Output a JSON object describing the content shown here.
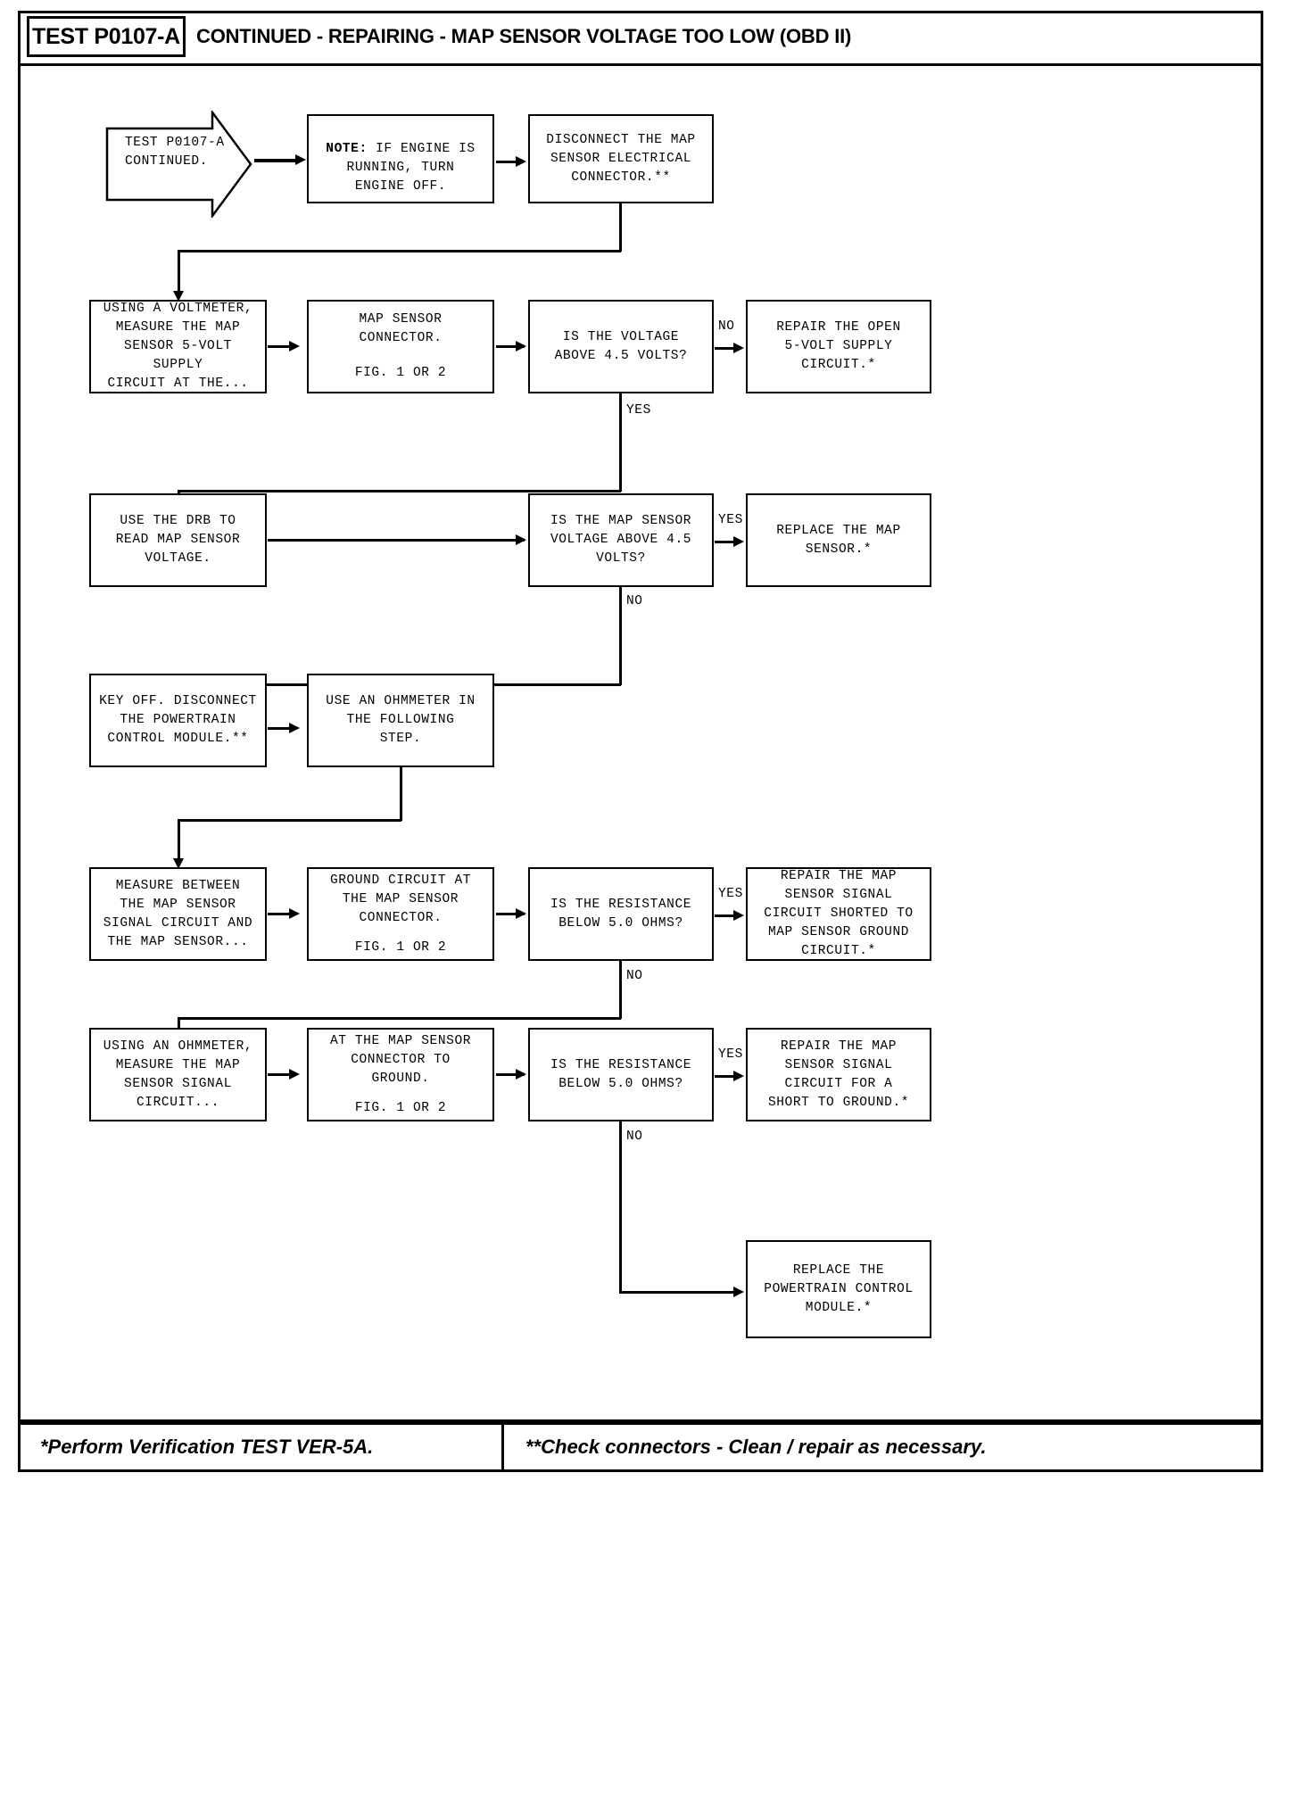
{
  "header": {
    "test_code": "TEST P0107-A",
    "title": "CONTINUED - REPAIRING - MAP SENSOR VOLTAGE TOO LOW (OBD II)"
  },
  "footer": {
    "left_note": "*Perform Verification TEST VER-5A.",
    "right_note": "**Check connectors - Clean / repair as necessary."
  },
  "nodes": {
    "start": "TEST P0107-A\nCONTINUED.",
    "note_engine_off_prefix": "NOTE:",
    "note_engine_off_rest": " IF ENGINE IS\nRUNNING, TURN\nENGINE OFF.",
    "disconnect_map": "DISCONNECT THE MAP\nSENSOR ELECTRICAL\nCONNECTOR.**",
    "voltmeter_supply": "USING A VOLTMETER,\nMEASURE THE MAP\nSENSOR 5-VOLT SUPPLY\nCIRCUIT AT THE...",
    "map_connector_main": "MAP SENSOR\nCONNECTOR.",
    "map_connector_fig": "FIG. 1 OR 2",
    "q_voltage_above": "IS THE VOLTAGE\nABOVE 4.5 VOLTS?",
    "repair_open_supply": "REPAIR THE OPEN\n5-VOLT SUPPLY\nCIRCUIT.*",
    "use_drb": "USE THE DRB TO\nREAD MAP SENSOR\nVOLTAGE.",
    "q_map_voltage_above": "IS THE MAP SENSOR\nVOLTAGE ABOVE 4.5\nVOLTS?",
    "replace_map_sensor": "REPLACE THE MAP\nSENSOR.*",
    "key_off_disconnect": "KEY OFF. DISCONNECT\nTHE POWERTRAIN\nCONTROL MODULE.**",
    "use_ohmmeter_step": "USE AN OHMMETER IN\nTHE FOLLOWING\nSTEP.",
    "measure_between": "MEASURE BETWEEN\nTHE MAP SENSOR\nSIGNAL CIRCUIT AND\nTHE MAP SENSOR...",
    "ground_circuit_main": "GROUND CIRCUIT AT\nTHE MAP SENSOR\nCONNECTOR.",
    "ground_circuit_fig": "FIG. 1 OR 2",
    "q_resistance_1": "IS THE RESISTANCE\nBELOW 5.0 OHMS?",
    "repair_signal_shorted": "REPAIR THE MAP\nSENSOR SIGNAL\nCIRCUIT SHORTED TO\nMAP SENSOR GROUND\nCIRCUIT.*",
    "using_ohmmeter_signal": "USING AN OHMMETER,\nMEASURE THE MAP\nSENSOR SIGNAL\nCIRCUIT...",
    "at_connector_ground_main": "AT THE MAP SENSOR\nCONNECTOR TO\nGROUND.",
    "at_connector_ground_fig": "FIG. 1 OR 2",
    "q_resistance_2": "IS THE RESISTANCE\nBELOW 5.0 OHMS?",
    "repair_signal_short_ground": "REPAIR THE MAP\nSENSOR SIGNAL\nCIRCUIT FOR A\nSHORT TO GROUND.*",
    "replace_pcm": "REPLACE THE\nPOWERTRAIN CONTROL\nMODULE.*"
  },
  "edge_labels": {
    "no_1": "NO",
    "yes_1": "YES",
    "yes_2": "YES",
    "no_2": "NO",
    "yes_3": "YES",
    "no_3": "NO",
    "yes_4": "YES",
    "no_4": "NO"
  },
  "colors": {
    "ink": "#000000",
    "paper": "#ffffff"
  }
}
